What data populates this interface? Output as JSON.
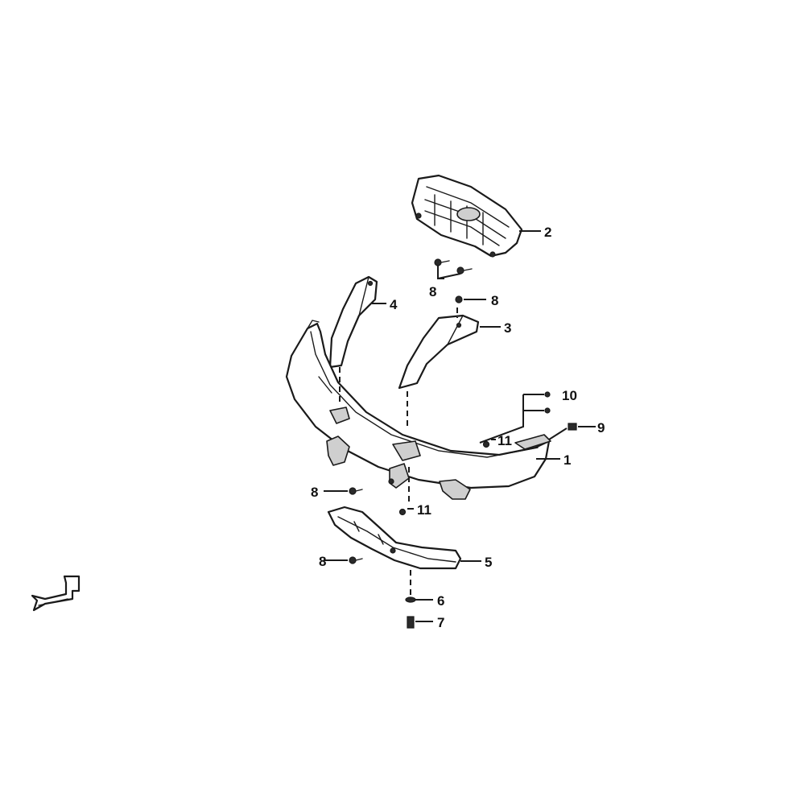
{
  "callouts": {
    "c1": "1",
    "c2": "2",
    "c3": "3",
    "c4": "4",
    "c5": "5",
    "c6": "6",
    "c7": "7",
    "c8a": "8",
    "c8b": "8",
    "c8c": "8",
    "c8d": "8",
    "c9": "9",
    "c10": "10",
    "c11a": "11",
    "c11b": "11"
  },
  "colors": {
    "line": "#1a1a1a",
    "fill": "#ffffff",
    "shade": "#cfcfcf"
  },
  "icons": [
    "front-arrow-icon"
  ]
}
